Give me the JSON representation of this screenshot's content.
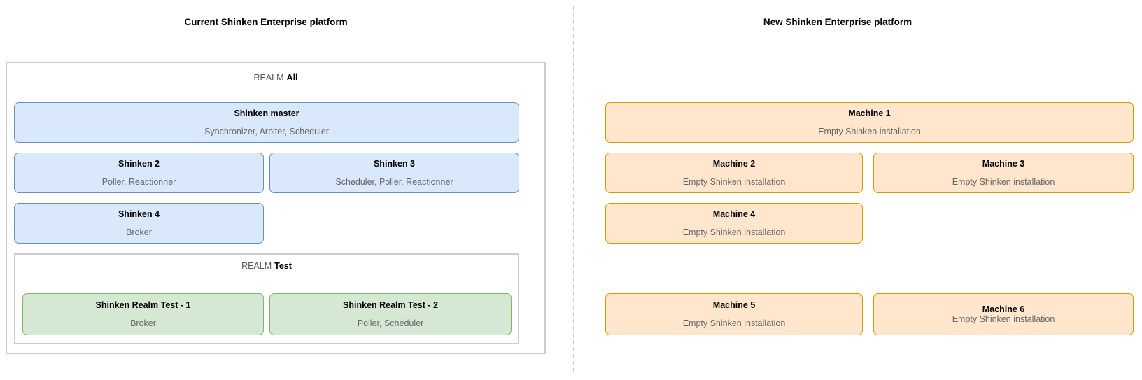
{
  "left": {
    "title": "Current Shinken Enterprise platform",
    "realm_all_prefix": "REALM",
    "realm_all_name": "All",
    "nodes": {
      "master": {
        "title": "Shinken master",
        "subtitle": "Synchronizer, Arbiter, Scheduler"
      },
      "shinken2": {
        "title": "Shinken 2",
        "subtitle": "Poller, Reactionner"
      },
      "shinken3": {
        "title": "Shinken 3",
        "subtitle": "Scheduler, Poller, Reactionner"
      },
      "shinken4": {
        "title": "Shinken 4",
        "subtitle": "Broker"
      }
    },
    "realm_test_prefix": "REALM",
    "realm_test_name": "Test",
    "test_nodes": {
      "test1": {
        "title": "Shinken Realm Test - 1",
        "subtitle": "Broker"
      },
      "test2": {
        "title": "Shinken Realm Test - 2",
        "subtitle": "Poller, Scheduler"
      }
    }
  },
  "right": {
    "title": "New Shinken Enterprise platform",
    "machines": {
      "m1": {
        "title": "Machine 1",
        "subtitle": "Empty Shinken installation"
      },
      "m2": {
        "title": "Machine 2",
        "subtitle": "Empty Shinken installation"
      },
      "m3": {
        "title": "Machine 3",
        "subtitle": "Empty Shinken installation"
      },
      "m4": {
        "title": "Machine 4",
        "subtitle": "Empty Shinken installation"
      },
      "m5": {
        "title": "Machine 5",
        "subtitle": "Empty Shinken installation"
      },
      "m6": {
        "title": "Machine 6",
        "subtitle": "Empty Shinken installation"
      }
    }
  },
  "colors": {
    "node_blue_fill": "#dae8fc",
    "node_blue_border": "#6c8ebf",
    "node_green_fill": "#d5e8d4",
    "node_green_border": "#82b366",
    "node_orange_fill": "#ffe6cc",
    "node_orange_border": "#d79b00",
    "container_border": "#cccccc",
    "divider": "#c9c9c9",
    "title_text": "#000000",
    "subtitle_text": "#666666"
  }
}
